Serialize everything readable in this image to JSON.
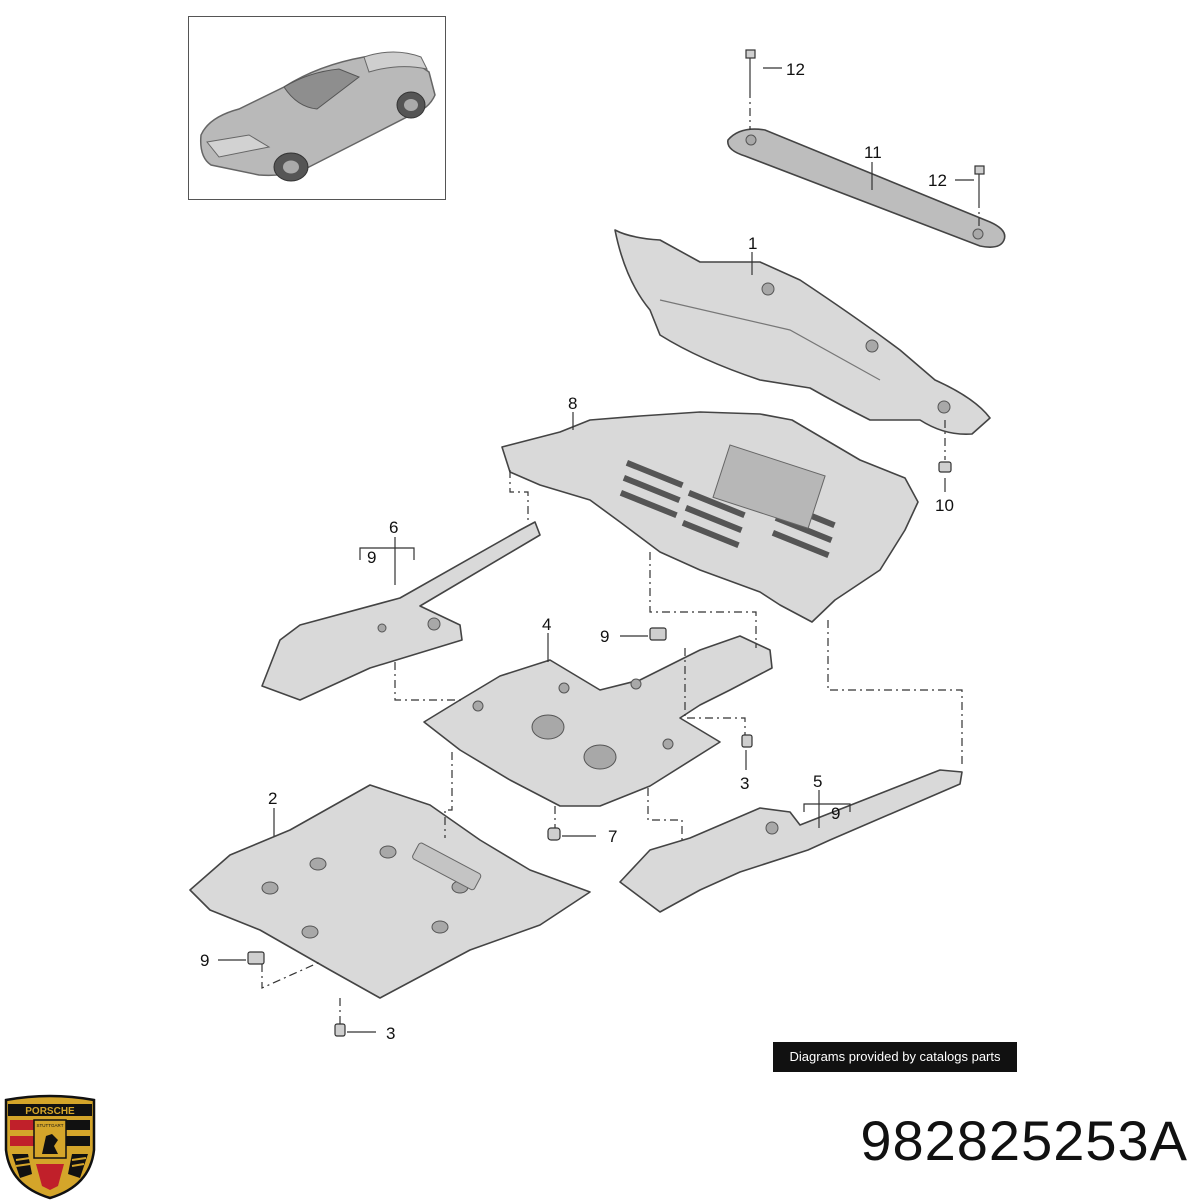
{
  "catalog": {
    "part_number": "982825253A",
    "credit": "Diagrams provided by catalogs parts"
  },
  "brand": {
    "wordmark": "PORSCHE",
    "city": "STUTTGART",
    "colors": {
      "gold": "#d4a52a",
      "red": "#c0202a",
      "black": "#111111"
    }
  },
  "callouts": {
    "c1": "1",
    "c2": "2",
    "c3a": "3",
    "c3b": "3",
    "c4": "4",
    "c5": "5",
    "c6": "6",
    "c7": "7",
    "c8": "8",
    "c9a": "9",
    "c9b": "9",
    "c9c": "9",
    "c9d": "9",
    "c10": "10",
    "c11": "11",
    "c12a": "12",
    "c12b": "12"
  },
  "colors": {
    "part_fill": "#d9d9d9",
    "line": "#333333",
    "background": "#ffffff"
  }
}
